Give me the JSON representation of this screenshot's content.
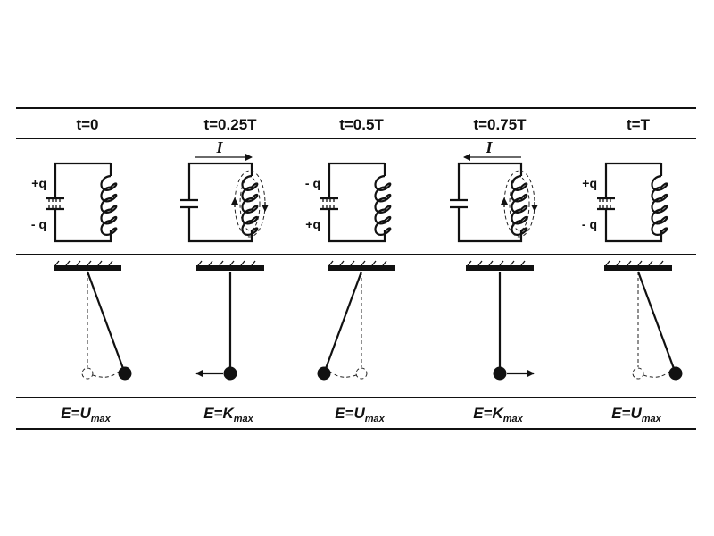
{
  "columns": [
    {
      "time_label": "t=0",
      "circuit": {
        "type": "charged",
        "top_charge": "+q",
        "bottom_charge": "- q"
      },
      "pendulum": {
        "state": "displaced-right"
      },
      "energy": {
        "prefix": "E=",
        "symbol": "U",
        "subscript": "max"
      }
    },
    {
      "time_label": "t=0.25T",
      "circuit": {
        "type": "current",
        "direction": "right",
        "current_label": "I"
      },
      "pendulum": {
        "state": "center-moving-left"
      },
      "energy": {
        "prefix": "E=",
        "symbol": "K",
        "subscript": "max"
      }
    },
    {
      "time_label": "t=0.5T",
      "circuit": {
        "type": "charged",
        "top_charge": "- q",
        "bottom_charge": "+q"
      },
      "pendulum": {
        "state": "displaced-left"
      },
      "energy": {
        "prefix": "E=",
        "symbol": "U",
        "subscript": "max"
      }
    },
    {
      "time_label": "t=0.75T",
      "circuit": {
        "type": "current",
        "direction": "left",
        "current_label": "I"
      },
      "pendulum": {
        "state": "center-moving-right"
      },
      "energy": {
        "prefix": "E=",
        "symbol": "K",
        "subscript": "max"
      }
    },
    {
      "time_label": "t=T",
      "circuit": {
        "type": "charged",
        "top_charge": "+q",
        "bottom_charge": "- q"
      },
      "pendulum": {
        "state": "displaced-right"
      },
      "energy": {
        "prefix": "E=",
        "symbol": "U",
        "subscript": "max"
      }
    }
  ]
}
